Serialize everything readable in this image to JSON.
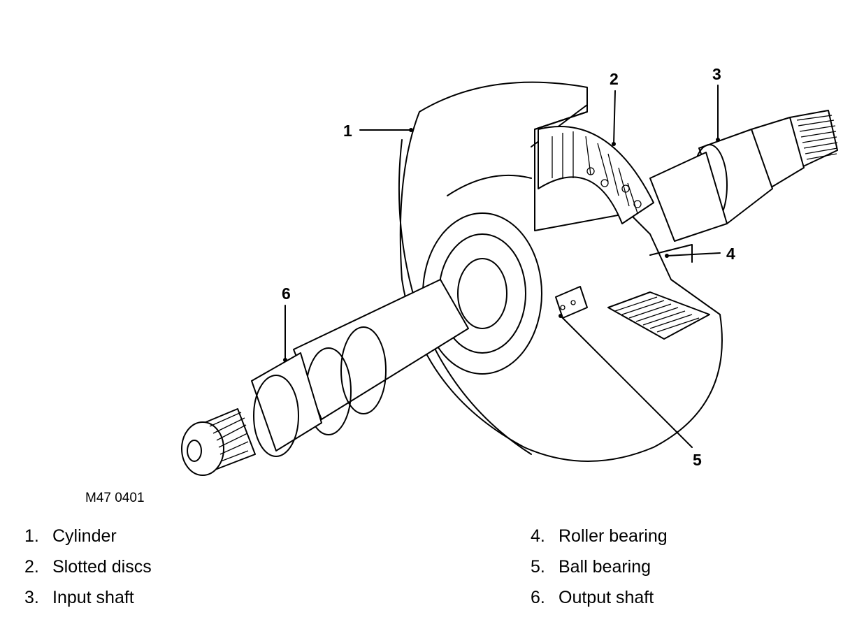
{
  "figure_code": "M47 0401",
  "callouts": {
    "c1": "1",
    "c2": "2",
    "c3": "3",
    "c4": "4",
    "c5": "5",
    "c6": "6"
  },
  "legend": [
    {
      "number": "1.",
      "label": "Cylinder"
    },
    {
      "number": "2.",
      "label": "Slotted discs"
    },
    {
      "number": "3.",
      "label": "Input shaft"
    },
    {
      "number": "4.",
      "label": "Roller bearing"
    },
    {
      "number": "5.",
      "label": "Ball bearing"
    },
    {
      "number": "6.",
      "label": "Output shaft"
    }
  ]
}
